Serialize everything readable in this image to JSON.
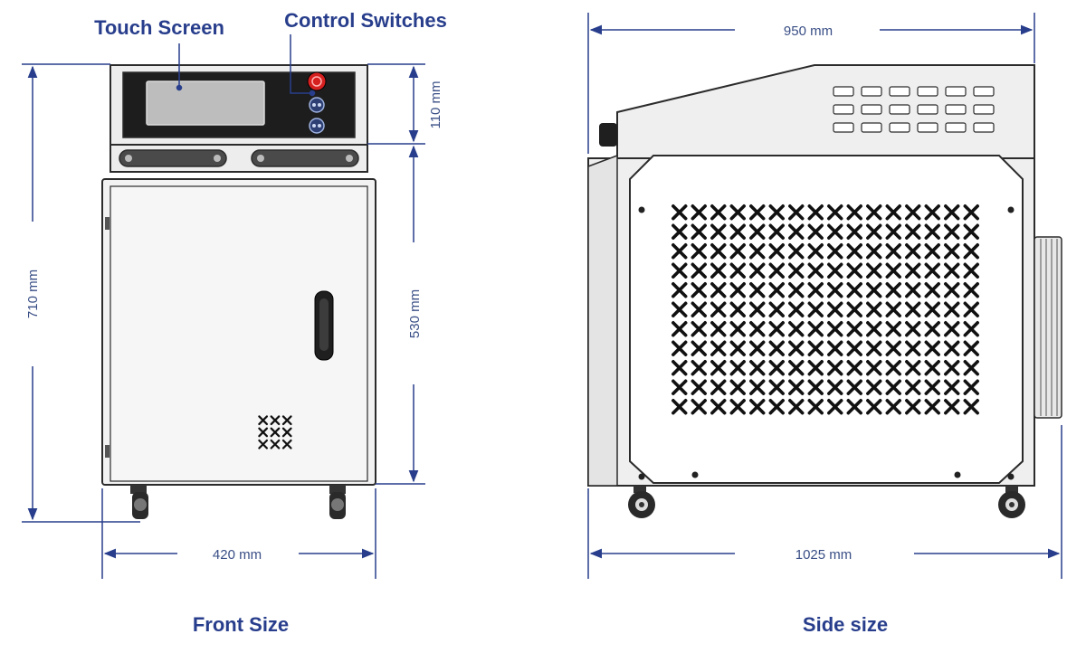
{
  "callouts": {
    "touch_screen": "Touch Screen",
    "control_switches": "Control Switches"
  },
  "front": {
    "caption": "Front Size",
    "height_total": "710 mm",
    "height_upper": "110 mm",
    "height_lower": "530 mm",
    "width": "420 mm"
  },
  "side": {
    "caption": "Side size",
    "width_top": "950 mm",
    "width_bottom": "1025 mm"
  },
  "colors": {
    "line": "#2b2b2b",
    "panel_fill": "#ededed",
    "body_fill": "#f2f2f2",
    "screen_dark": "#1d1d1d",
    "screen_glass": "#bdbdbd",
    "dimension": "#283e8c",
    "emergency_red": "#d62020"
  }
}
